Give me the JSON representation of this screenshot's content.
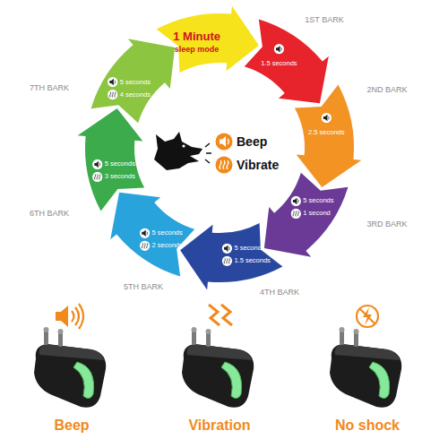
{
  "diagram": {
    "nodes": [
      {
        "text": [
          "1 Minute",
          "sleep mode"
        ]
      },
      {
        "text": [
          "1ST BARK",
          "1.5 seconds"
        ]
      },
      {
        "text": [
          "2ND BARK",
          "2.5 seconds"
        ]
      },
      {
        "text": [
          "3RD BARK",
          "5 seconds",
          "1 second"
        ]
      },
      {
        "text": [
          "4TH BARK",
          "5 seconds",
          "1.5 seconds"
        ]
      },
      {
        "text": [
          "5TH BARK",
          "5 seconds",
          "2 seconds"
        ]
      },
      {
        "text": [
          "6TH BARK",
          "5 seconds",
          "3 seconds"
        ]
      },
      {
        "text": [
          "7TH BARK",
          "5 seconds",
          "4 seconds"
        ]
      }
    ],
    "labels": [
      "Beep",
      "Vibration",
      "No shock"
    ],
    "legend": [
      {
        "text": "Beep"
      },
      {
        "text": "Vibrate"
      }
    ]
  }
}
